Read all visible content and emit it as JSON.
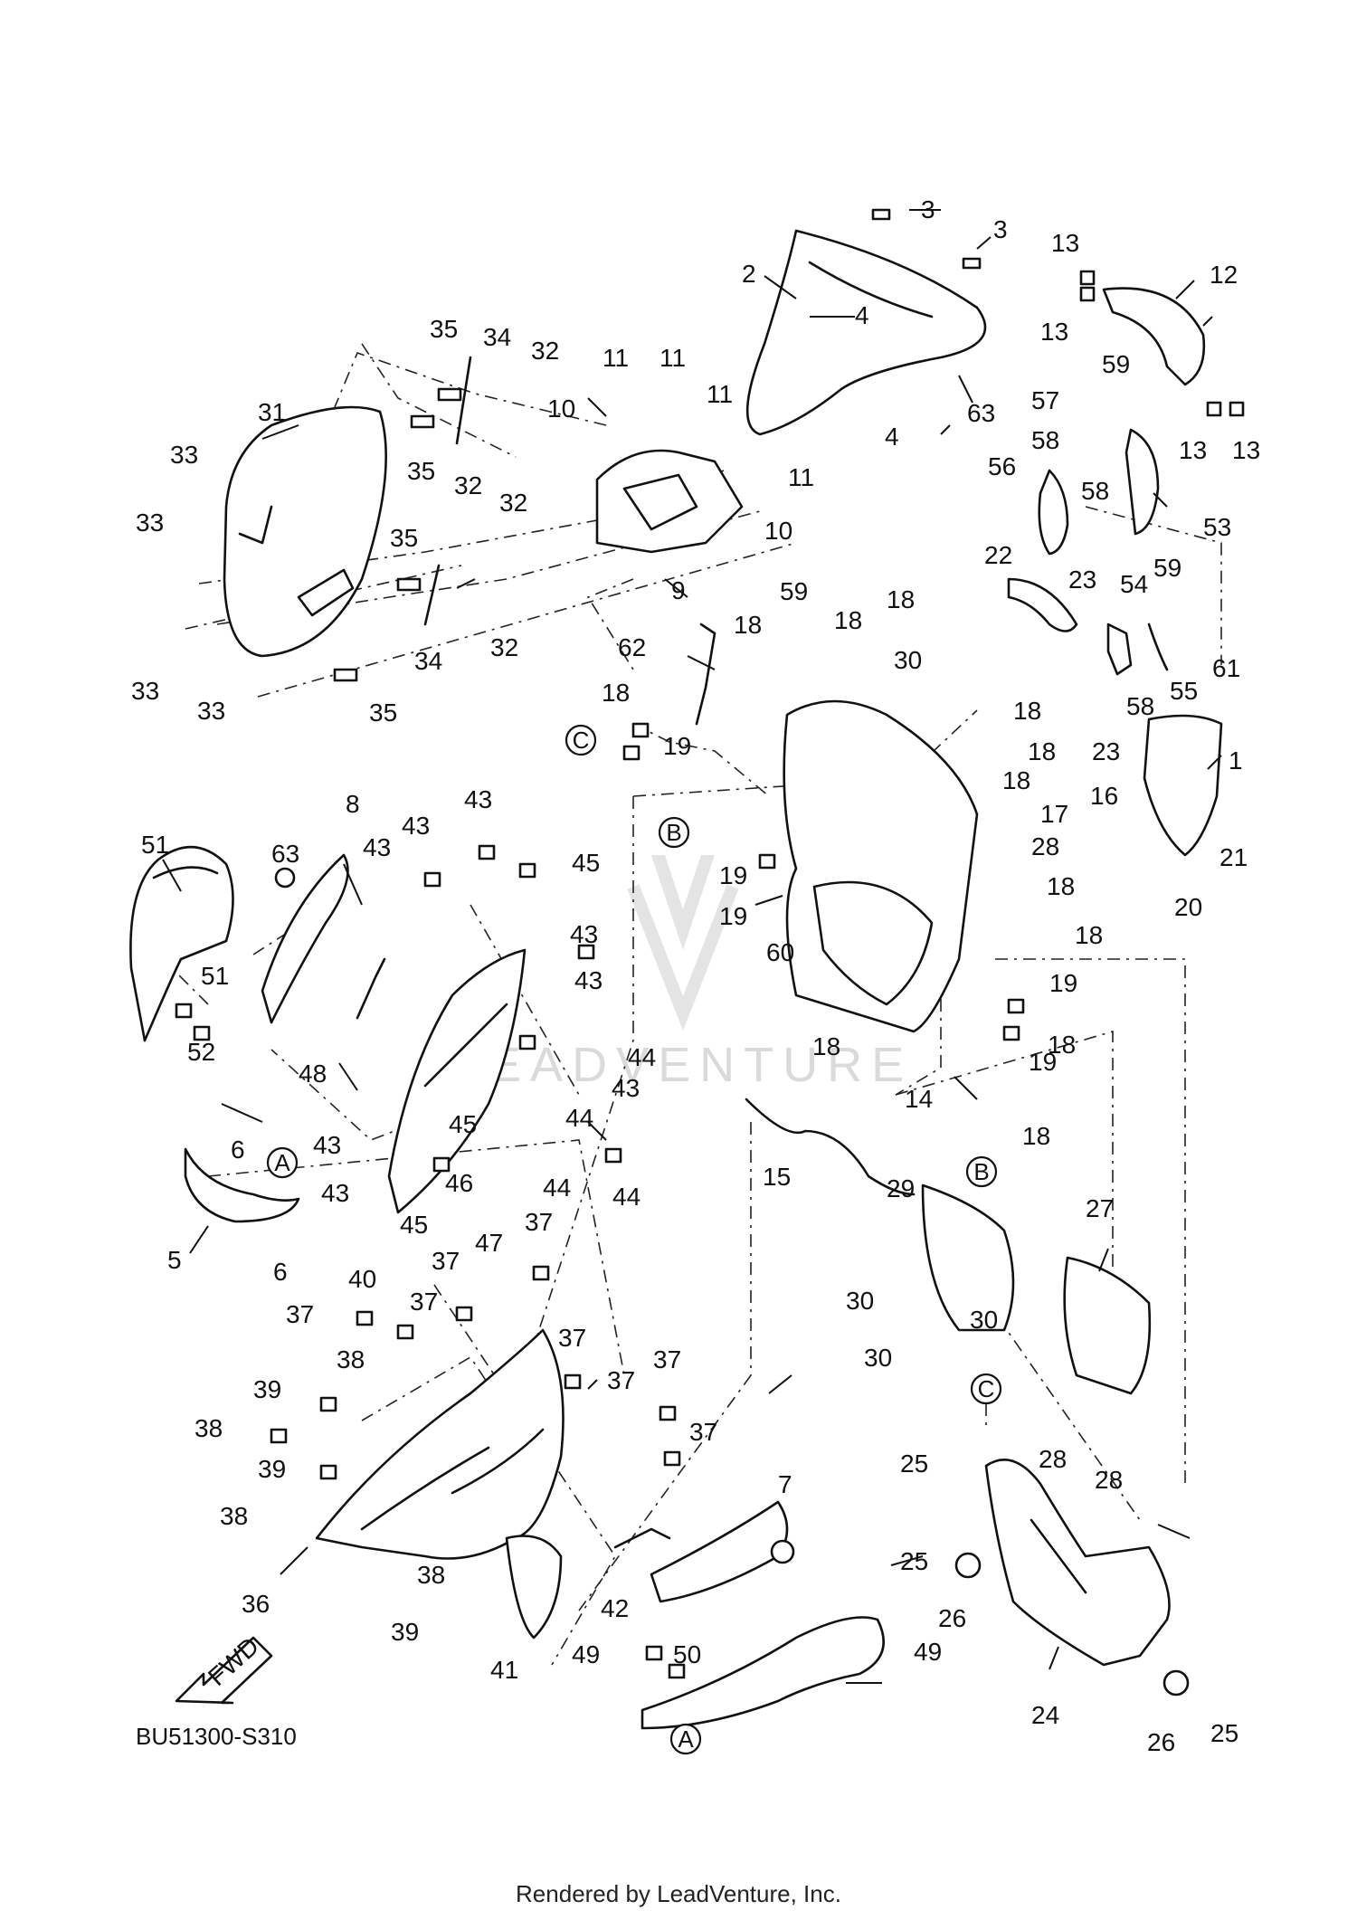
{
  "diagram_code": "BU51300-S310",
  "footer_credit": "Rendered by LeadVenture, Inc.",
  "watermark_text": "LEADVENTURE",
  "fwd_arrow_label": "FWD",
  "reference_markers": [
    "A",
    "B",
    "C"
  ],
  "part_labels": [
    "1",
    "2",
    "3",
    "3",
    "4",
    "4",
    "5",
    "6",
    "6",
    "7",
    "8",
    "9",
    "10",
    "10",
    "11",
    "11",
    "11",
    "11",
    "12",
    "13",
    "13",
    "13",
    "13",
    "14",
    "15",
    "16",
    "17",
    "18",
    "18",
    "18",
    "18",
    "18",
    "18",
    "18",
    "18",
    "18",
    "18",
    "18",
    "18",
    "19",
    "19",
    "19",
    "19",
    "19",
    "20",
    "21",
    "22",
    "23",
    "23",
    "24",
    "25",
    "25",
    "25",
    "26",
    "26",
    "27",
    "28",
    "28",
    "28",
    "29",
    "30",
    "30",
    "30",
    "30",
    "31",
    "32",
    "32",
    "32",
    "32",
    "33",
    "33",
    "33",
    "33",
    "34",
    "34",
    "35",
    "35",
    "35",
    "35",
    "36",
    "37",
    "37",
    "37",
    "37",
    "37",
    "37",
    "37",
    "37",
    "38",
    "38",
    "38",
    "38",
    "39",
    "39",
    "39",
    "40",
    "41",
    "42",
    "43",
    "43",
    "43",
    "43",
    "43",
    "43",
    "43",
    "43",
    "44",
    "44",
    "44",
    "44",
    "45",
    "45",
    "45",
    "46",
    "47",
    "48",
    "49",
    "49",
    "50",
    "51",
    "51",
    "52",
    "53",
    "54",
    "55",
    "56",
    "57",
    "58",
    "58",
    "58",
    "59",
    "59",
    "59",
    "60",
    "61",
    "62",
    "63",
    "63"
  ]
}
